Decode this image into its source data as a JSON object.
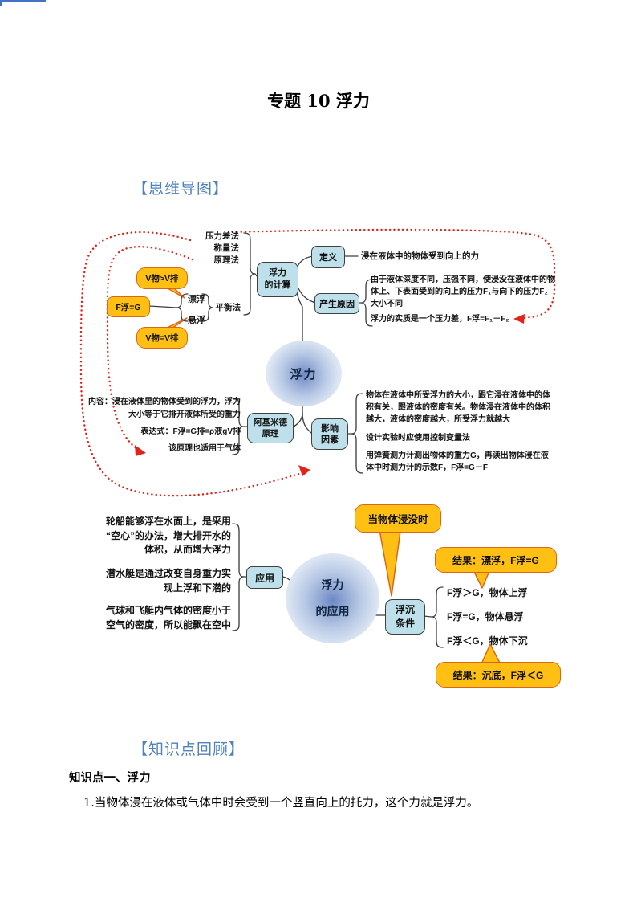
{
  "page": {
    "title": "专题 10 浮力",
    "mindmap_header": "【思维导图】",
    "review_header": "【知识点回顾】",
    "review": {
      "point_title": "知识点一、浮力",
      "point_body": "1.当物体浸在液体或气体中时会受到一个竖直向上的托力，这个力就是浮力。"
    }
  },
  "mindmap": {
    "center_node": "浮力",
    "calc": {
      "node_label": "浮力\n的计算",
      "method_pressure": "压力差法",
      "method_weighing": "称量法",
      "method_principle": "原理法",
      "method_balance": "平衡法",
      "float_label": "漂浮",
      "suspend_label": "悬浮",
      "f_eq_g": "F浮=G",
      "bubble_float": "V物>V排",
      "bubble_suspend": "V物=V排"
    },
    "definition": {
      "node_label": "定义",
      "text": "浸在液体中的物体受到向上的力"
    },
    "cause": {
      "node_label": "产生原因",
      "text_main": "由于液体深度不同，压强不同，使浸没在液体中的物\n体上、下表面受到的向上的压力F₁与向下的压力F₂\n大小不同",
      "text_essence": "浮力的实质是一个压力差，F浮=F₁－F₂"
    },
    "archimedes": {
      "node_label": "阿基米德\n原理",
      "content": "内容：浸在液体里的物体受到的浮力，浮力\n大小等于它排开液体所受的重力",
      "formula": "表达式：F浮=G排=ρ液gV排",
      "gas_note": "该原理也适用于气体"
    },
    "factors": {
      "node_label": "影响\n因素",
      "text_volume_density": "物体在液体中所受浮力的大小，跟它浸在液体中的体\n积有关，跟液体的密度有关。物体浸在液体中的体积\n越大，液体的密度越大，所受浮力就越大",
      "text_control": "设计实验时应使用控制变量法",
      "text_spring": "用弹簧测力计测出物体的重力G，再读出物体浸在液\n体中时测力计的示数F，F浮=G－F"
    },
    "application": {
      "node_label": "应用",
      "center_label": "浮力\n的应用",
      "text_ship": "轮船能够浮在水面上，是采用\n“空心”的办法，增大排开水的\n体积，从而增大浮力",
      "text_submarine": "潜水艇是通过改变自身重力实\n现上浮和下潜的",
      "text_balloon": "气球和飞艇内气体的密度小于\n空气的密度，所以能飘在空中"
    },
    "float_sink": {
      "node_label": "浮沉\n条件",
      "bubble_immersed": "当物体浸没时",
      "cond_up": "F浮＞G，物体上浮",
      "cond_suspend": "F浮=G，物体悬浮",
      "cond_down": "F浮＜G，物体下沉",
      "result_float": "结果：漂浮，F浮=G",
      "result_sink": "结果：沉底，F浮＜G"
    },
    "colors": {
      "node_fill": "#BDE0EB",
      "node_border": "#3F3F3F",
      "orange_fill": "#FFC013",
      "orange_border": "#DD651B",
      "red_connector": "#E2231A",
      "header_blue": "#4E81BD"
    }
  }
}
